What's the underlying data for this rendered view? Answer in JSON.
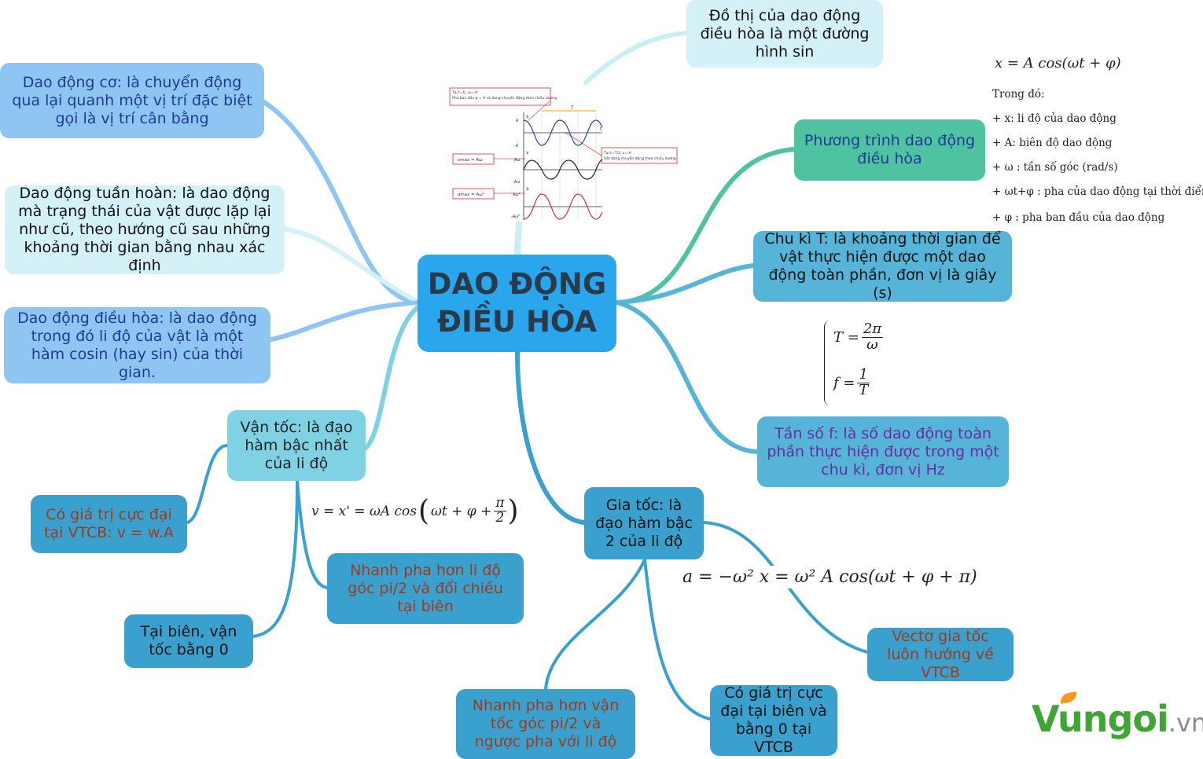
{
  "root": {
    "line1": "DAO ĐỘNG",
    "line2": "ĐIỀU HÒA"
  },
  "nodes": {
    "do_thi": "Đồ thị của dao động điều hòa là một đường hình sin",
    "dao_dong_co": "Dao động cơ: là chuyển động qua lại quanh một vị trí đặc biệt gọi là vị trí cân bằng",
    "tuan_hoan": "Dao động tuần hoàn: là dao động mà trạng thái của vật được lặp lại như cũ, theo hướng cũ sau những khoảng thời gian bằng nhau xác định",
    "dieu_hoa": "Dao động điều hòa: là dao động trong đó li độ của vật là một hàm cosin (hay sin) của thời gian.",
    "van_toc": "Vận tốc: là đạo hàm bậc nhất của li độ",
    "vmax": "Có giá trị cực đại tại VTCB: v = w.A",
    "tai_bien": "Tại biên, vận tốc bằng 0",
    "nhanh_pha_v": "Nhanh pha hơn li độ góc pi/2 và đổi chiều tại biên",
    "phuong_trinh": "Phương trình dao động điều hòa",
    "chu_ki": "Chu kì T: là khoảng thời gian để vật thực hiện được một dao động toàn phần, đơn vị là giây (s)",
    "tan_so": "Tần số f: là số dao động toàn phần thực hiện được trong một chu kì, đơn vị Hz",
    "gia_toc": "Gia tốc: là đạo hàm bậc 2 của li độ",
    "vecto": "Vectơ gia tốc luôn hướng về VTCB",
    "amax": "Có giá trị cực đại tại biên và bằng 0 tại VTCB",
    "nhanh_pha_a": "Nhanh pha hơn vận tốc góc pi/2 và ngược pha với li độ"
  },
  "formulas": {
    "x_eq": "x = A cos(ωt + φ)",
    "v_lhs": "v = x' = ωA cos",
    "v_inner": "ωt + φ +",
    "pi": "π",
    "two": "2",
    "T_lhs": "T =",
    "two_pi": "2π",
    "omega": "ω",
    "f_lhs": "f =",
    "one": "1",
    "T": "T",
    "a_eq": "a = −ω² x = ω² A cos(ωt + φ + π)"
  },
  "legend": {
    "title": "Trong đó:",
    "items": [
      "+ x: li độ của dao động",
      "+ A: biên độ dao động",
      "+ ω : tần số góc (rad/s)",
      "+ ωt+φ : pha của dao động tại thời điểm t",
      "+ φ : pha ban đầu của dao động"
    ]
  },
  "graph": {
    "note1": "Tại t=0, x₀=-A",
    "note2": "Pha ban đầu φ = 0 và đang chuyển động theo chiều dương",
    "note3": "Tại t=T/2, x=-A",
    "note4": "Vật đang chuyển động theo chiều dương",
    "vmax_label": "vmax = Aω",
    "amax_label": "amax = Aω²",
    "period_label": "T",
    "A": "A",
    "minus_A": "-A",
    "Aw": "Aω",
    "minus_Aw": "-Aω",
    "Aw2": "Aω²",
    "minus_Aw2": "-Aω²",
    "axis_x": "x",
    "axis_v": "v",
    "axis_a": "a",
    "axis_t": "t"
  },
  "logo": {
    "brand": "Vungoi",
    "tld": ".vn"
  },
  "colors": {
    "root": "#29a6ec",
    "dark_blue_text": "#1f3a93",
    "purple_text": "#6a2ca0",
    "red_text": "#9c3b1e",
    "teal": "#4fc3a1",
    "logo_green": "#3fa535"
  }
}
